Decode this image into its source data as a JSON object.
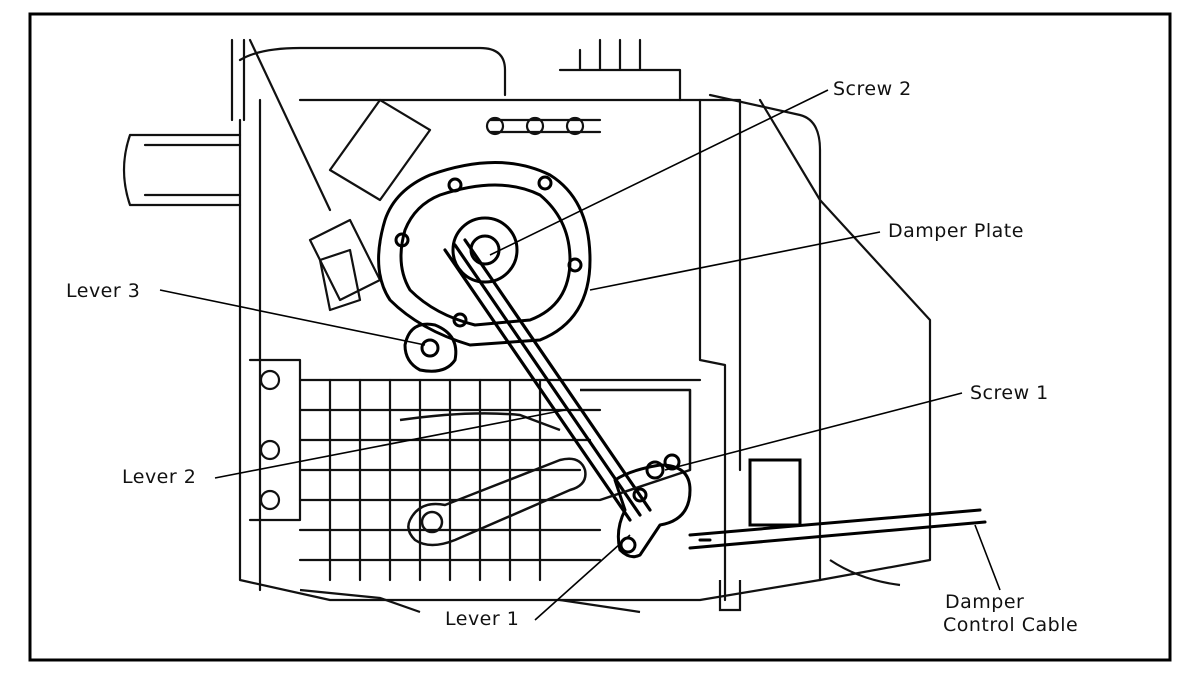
{
  "diagram": {
    "labels": {
      "screw2": "Screw 2",
      "damper_plate": "Damper Plate",
      "lever3": "Lever 3",
      "screw1": "Screw 1",
      "lever2": "Lever 2",
      "lever1": "Lever 1",
      "cable_line1": "Damper",
      "cable_line2": "Control Cable"
    }
  }
}
